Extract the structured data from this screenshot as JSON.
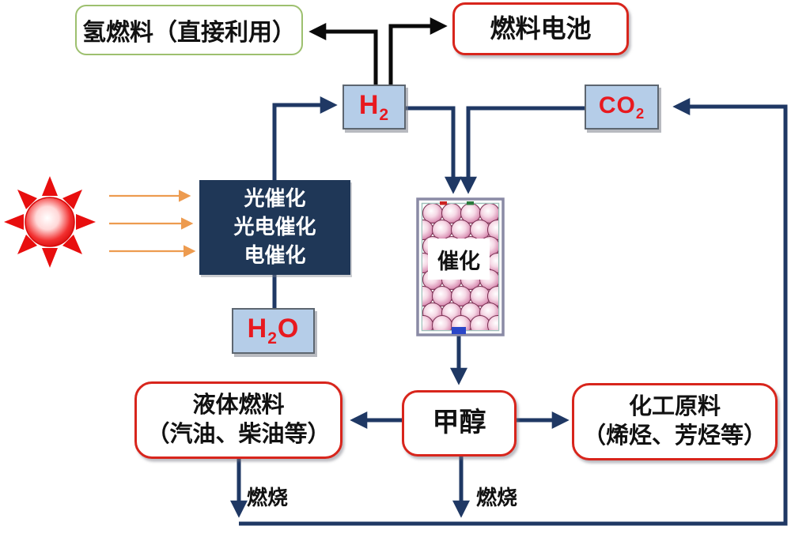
{
  "nodes": {
    "hydrogen_fuel": {
      "label": "氢燃料（直接利用）"
    },
    "fuel_cell": {
      "label": "燃料电池"
    },
    "h2": {
      "pre": "H",
      "sub": "2",
      "post": ""
    },
    "co2": {
      "pre": "CO",
      "sub": "2",
      "post": ""
    },
    "catalysis_panel": {
      "line1": "光催化",
      "line2": "光电催化",
      "line3": "电催化"
    },
    "h2o": {
      "pre": "H",
      "sub": "2",
      "post": "O"
    },
    "reactor": {
      "label": "催化"
    },
    "methanol": {
      "label": "甲醇"
    },
    "liquid_fuel": {
      "line1": "液体燃料",
      "line2": "（汽油、柴油等）"
    },
    "chemical_feedstock": {
      "line1": "化工原料",
      "line2": "（烯烃、芳烃等）"
    }
  },
  "edge_labels": {
    "combustion_left": "燃烧",
    "combustion_right": "燃烧"
  },
  "icons": {
    "sun": "sun-icon",
    "solar_rays": "solar-ray-arrows",
    "reactor_graphic": "catalyst-bead-reactor"
  },
  "colors": {
    "line_navy": "#1F3864",
    "line_black": "#0a0a0a",
    "ray_orange": "#ED9B4F",
    "box_blue_fill": "#B5CDE8",
    "formula_red": "#E8191F",
    "border_red": "#D8251C",
    "border_green": "#9DC06F",
    "panel_navy": "#1F3757",
    "sun_red": "#E80E0E",
    "bead_pink": "#E4A9C6"
  }
}
